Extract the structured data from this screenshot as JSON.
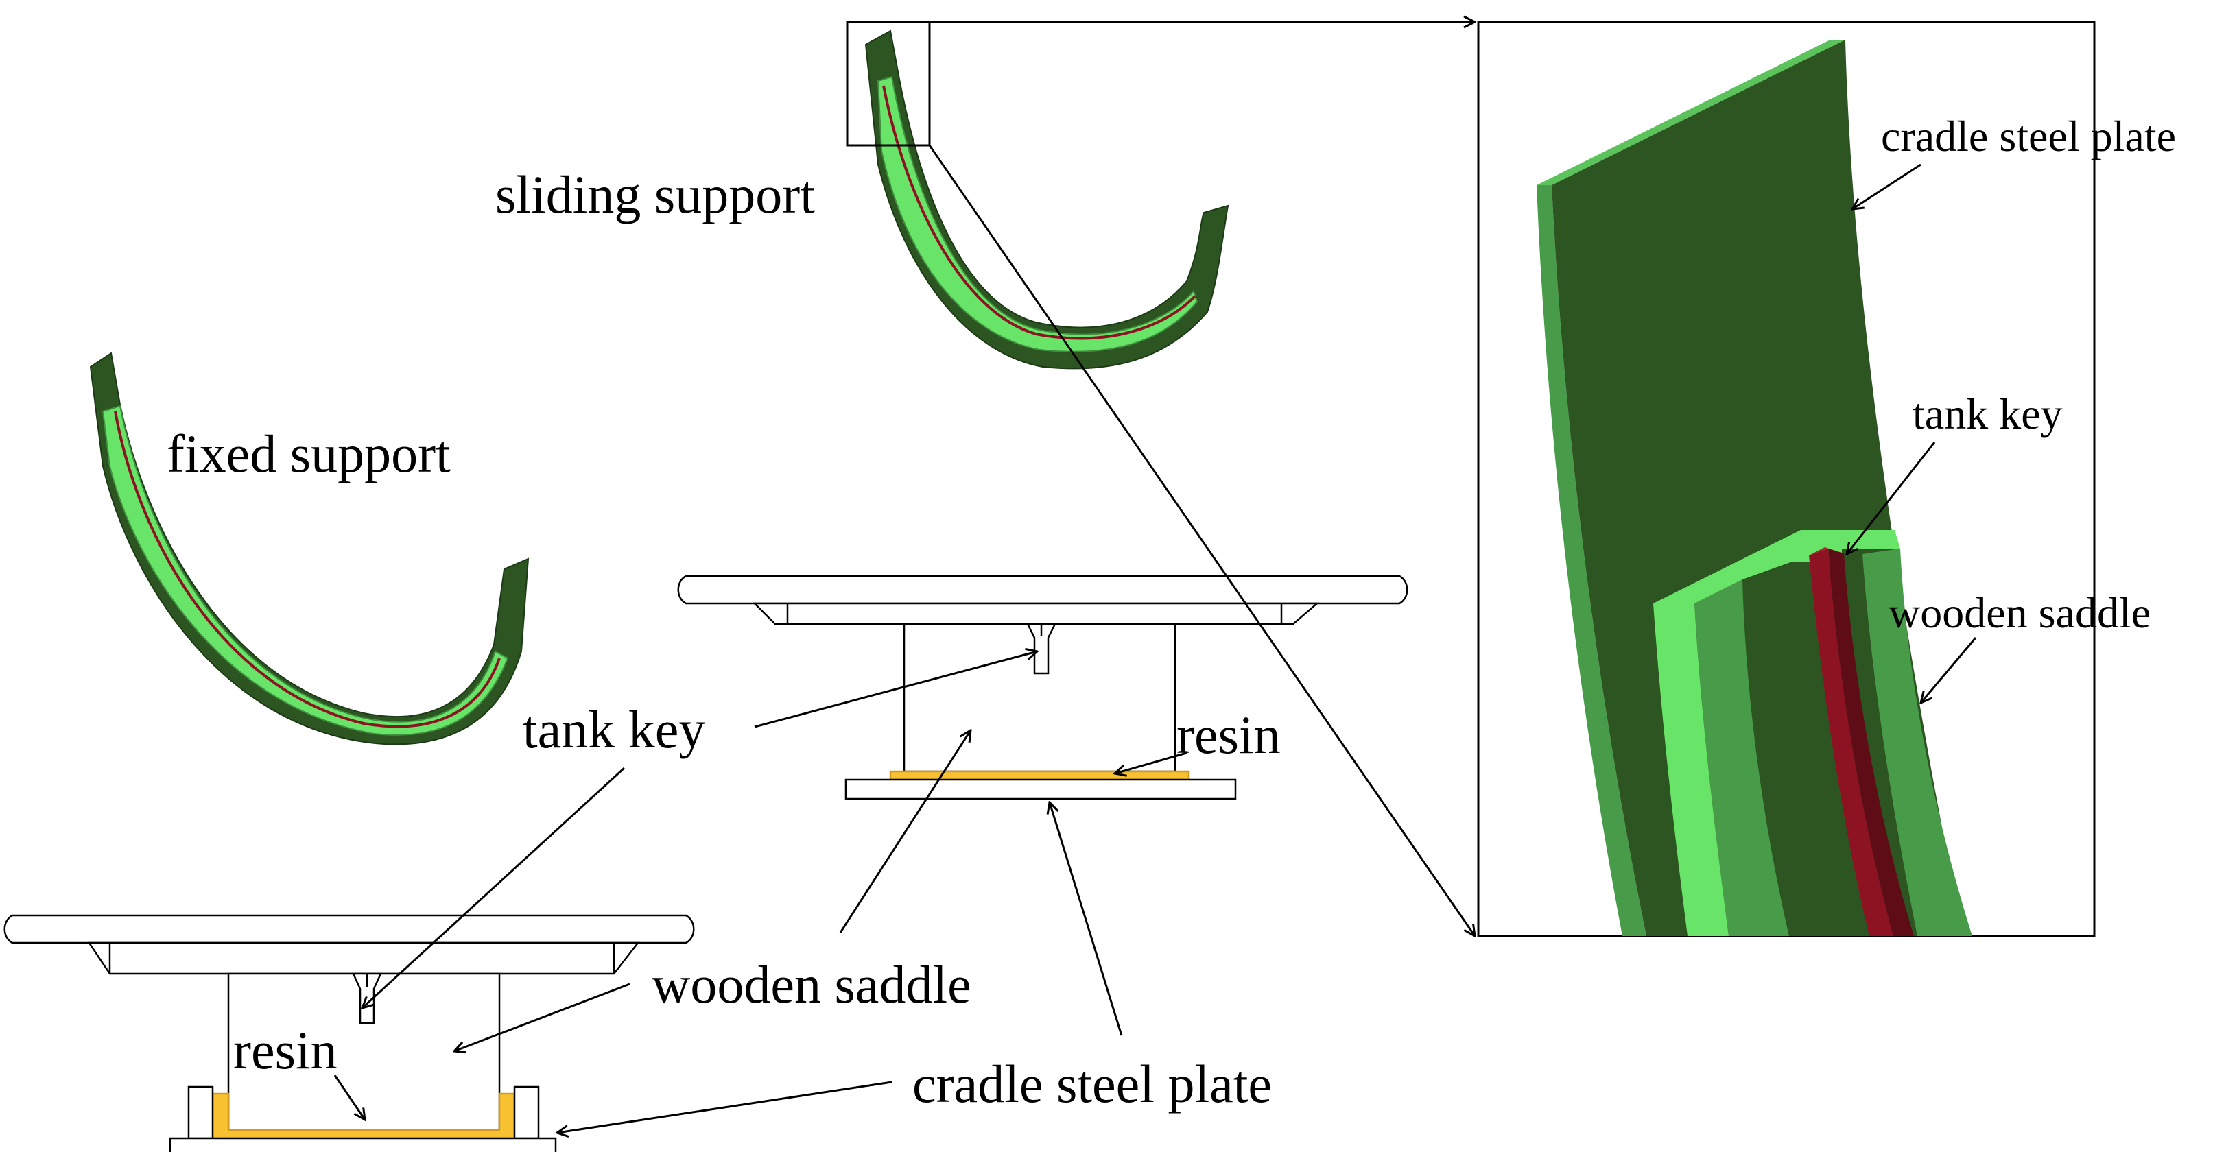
{
  "labels": {
    "sliding_support": "sliding support",
    "fixed_support": "fixed support",
    "tank_key_middle": "tank key",
    "resin_sliding": "resin",
    "wooden_saddle_bottom": "wooden saddle",
    "resin_fixed": "resin",
    "cradle_steel_plate_bottom": "cradle steel plate",
    "inset_cradle_steel_plate": "cradle steel plate",
    "inset_tank_key": "tank key",
    "inset_wooden_saddle": "wooden saddle"
  },
  "colors": {
    "dark_green": "#2d5522",
    "medium_green": "#489b48",
    "light_green": "#68e468",
    "tank_key_red": "#8e1322",
    "resin_yellow": "#f7c132",
    "outline": "#000000"
  }
}
